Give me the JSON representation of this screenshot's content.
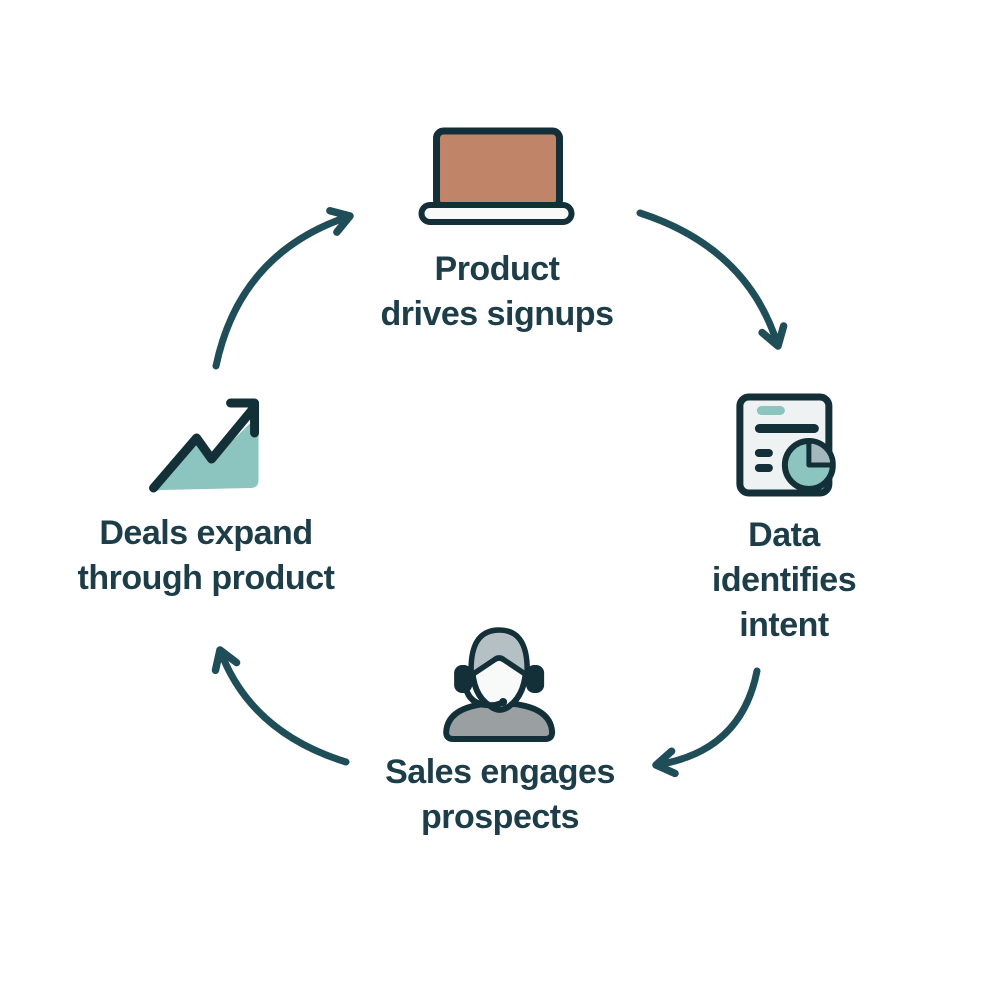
{
  "colors": {
    "background": "#ffffff",
    "ink": "#1d3e49",
    "arrow": "#1f4e59",
    "outline": "#132f38",
    "terracotta": "#c08569",
    "teal": "#8cc5bf",
    "pale": "#eef2f2",
    "white_fill": "#f8fafa",
    "gray_blue": "#b4c0c3",
    "gray": "#9aa0a1",
    "pie_slice": "#a3b7bd"
  },
  "stages": [
    {
      "name": "product",
      "icon": "laptop-icon",
      "label": "Product\ndrives signups"
    },
    {
      "name": "data",
      "icon": "report-pie-chart-icon",
      "label": "Data\nidentifies\nintent"
    },
    {
      "name": "sales",
      "icon": "sales-agent-headset-icon",
      "label": "Sales engages\nprospects"
    },
    {
      "name": "deals",
      "icon": "growth-arrow-chart-icon",
      "label": "Deals expand\nthrough product"
    }
  ],
  "arrows": [
    {
      "from": "deals",
      "to": "product"
    },
    {
      "from": "product",
      "to": "data"
    },
    {
      "from": "data",
      "to": "sales"
    },
    {
      "from": "sales",
      "to": "deals"
    }
  ]
}
